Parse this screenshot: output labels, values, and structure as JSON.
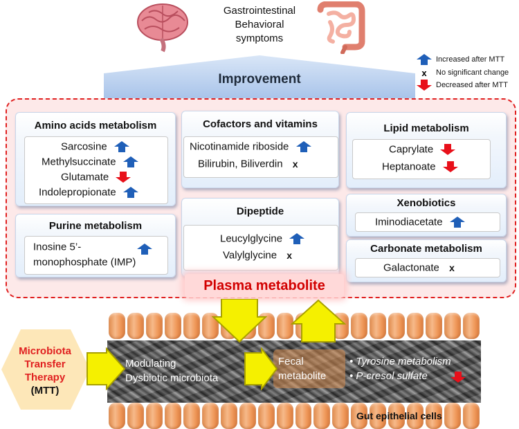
{
  "header": {
    "symptoms_lines": [
      "Gastrointestinal",
      "Behavioral",
      "symptoms"
    ],
    "improvement": "Improvement"
  },
  "legend": {
    "increased": "Increased after MTT",
    "no_change": "No significant change",
    "decreased": "Decreased after MTT",
    "no_change_mark": "x"
  },
  "cards": {
    "amino": {
      "title": "Amino acids metabolism",
      "items": [
        {
          "name": "Sarcosine",
          "change": "up"
        },
        {
          "name": "Methylsuccinate",
          "change": "up"
        },
        {
          "name": "Glutamate",
          "change": "down"
        },
        {
          "name": "Indolepropionate",
          "change": "up"
        }
      ]
    },
    "purine": {
      "title": "Purine metabolism",
      "line1": "Inosine 5’-",
      "line2": "monophosphate (IMP)",
      "change": "up"
    },
    "cofactors": {
      "title": "Cofactors and vitamins",
      "items": [
        {
          "name": "Nicotinamide riboside",
          "change": "up"
        },
        {
          "name": "Bilirubin, Biliverdin",
          "change": "none"
        }
      ]
    },
    "dipeptide": {
      "title": "Dipeptide",
      "items": [
        {
          "name": "Leucylglycine",
          "change": "up"
        },
        {
          "name": "Valylglycine",
          "change": "none"
        }
      ]
    },
    "lipid": {
      "title": "Lipid metabolism",
      "items": [
        {
          "name": "Caprylate",
          "change": "down"
        },
        {
          "name": "Heptanoate",
          "change": "down"
        }
      ]
    },
    "xenobiotics": {
      "title": "Xenobiotics",
      "items": [
        {
          "name": "Iminodiacetate",
          "change": "up"
        }
      ]
    },
    "carbonate": {
      "title": "Carbonate metabolism",
      "items": [
        {
          "name": "Galactonate",
          "change": "none"
        }
      ]
    }
  },
  "plasma_label": "Plasma metabolite",
  "gut": {
    "modulating_lines": [
      "Modulating",
      "Dysbiotic microbiota"
    ],
    "fecal_lines": [
      "Fecal",
      "metabolite"
    ],
    "bullets": [
      "• Tyrosine metabolism",
      "• P-cresol sulfate"
    ],
    "epithelial_label": "Gut epithelial cells"
  },
  "mtt": {
    "lines_red": [
      "Microbiota",
      "Transfer",
      "Therapy"
    ],
    "abbr": "(MTT)"
  },
  "colors": {
    "up_arrow": "#1f5fb8",
    "down_arrow": "#e8101a",
    "plasma_border": "#e02020",
    "plasma_fill": "#fde9e9",
    "big_arrows": "#f5f000",
    "mtt_hex": "#fde7b8"
  }
}
